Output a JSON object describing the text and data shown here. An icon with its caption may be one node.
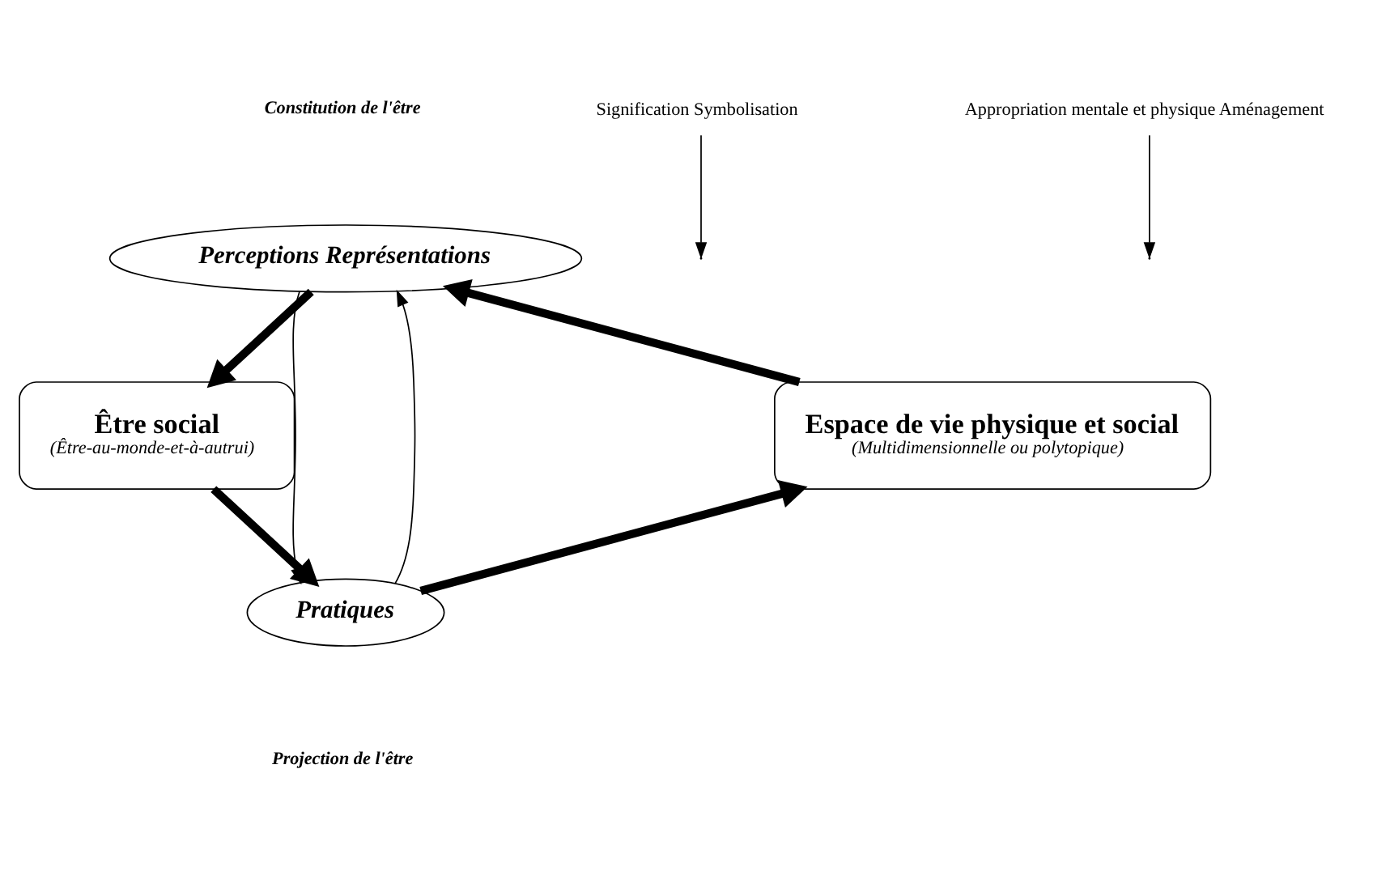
{
  "diagram": {
    "nodes": [
      {
        "text": [
          "Perceptions Représentations"
        ]
      },
      {
        "text": [
          "Être social",
          "(Être-au-monde-et-à-autrui)"
        ]
      },
      {
        "text": [
          "Espace de vie physique et social",
          "(Multidimensionnelle ou polytopique)"
        ]
      },
      {
        "text": [
          "Pratiques"
        ]
      },
      {
        "text": [
          "Signification Symbolisation"
        ]
      },
      {
        "text": [
          "Appropriation mentale et physique Aménagement"
        ]
      }
    ],
    "edges": [
      {
        "from": 0,
        "to": 1,
        "arrow": "to",
        "style": "thick"
      },
      {
        "from": 1,
        "to": 3,
        "arrow": "to",
        "style": "thick"
      },
      {
        "from": 3,
        "to": 2,
        "arrow": "to",
        "style": "thick"
      },
      {
        "from": 2,
        "to": 0,
        "arrow": "to",
        "style": "thick"
      },
      {
        "from": 0,
        "to": 3,
        "arrow": "to"
      },
      {
        "from": 3,
        "to": 0,
        "arrow": "to"
      },
      {
        "from": 4,
        "to": null,
        "arrow": "to"
      },
      {
        "from": 5,
        "to": null,
        "arrow": "to"
      }
    ],
    "labels": [
      "Constitution de l'être",
      "Projection de l'être"
    ]
  }
}
